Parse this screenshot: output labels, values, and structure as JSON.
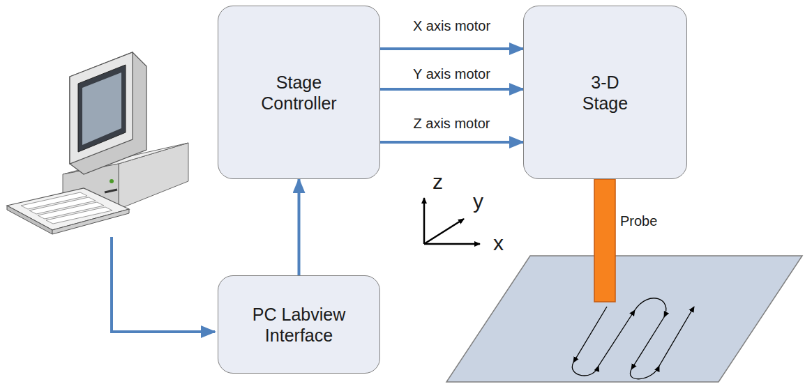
{
  "diagram": {
    "nodes": [
      {
        "text": [
          "Stage Controller"
        ]
      },
      {
        "text": [
          "3-D Stage"
        ]
      },
      {
        "text": [
          "PC Labview Interface"
        ]
      }
    ],
    "edges": [
      {
        "from": 0,
        "to": 1,
        "label": "X axis motor",
        "arrow": "to"
      },
      {
        "from": 0,
        "to": 1,
        "label": "Y axis motor",
        "arrow": "to"
      },
      {
        "from": 0,
        "to": 1,
        "label": "Z axis motor",
        "arrow": "to"
      },
      {
        "from": 2,
        "to": 0,
        "arrow": "to"
      }
    ],
    "labels": [
      "z",
      "y",
      "x",
      "Probe"
    ]
  }
}
